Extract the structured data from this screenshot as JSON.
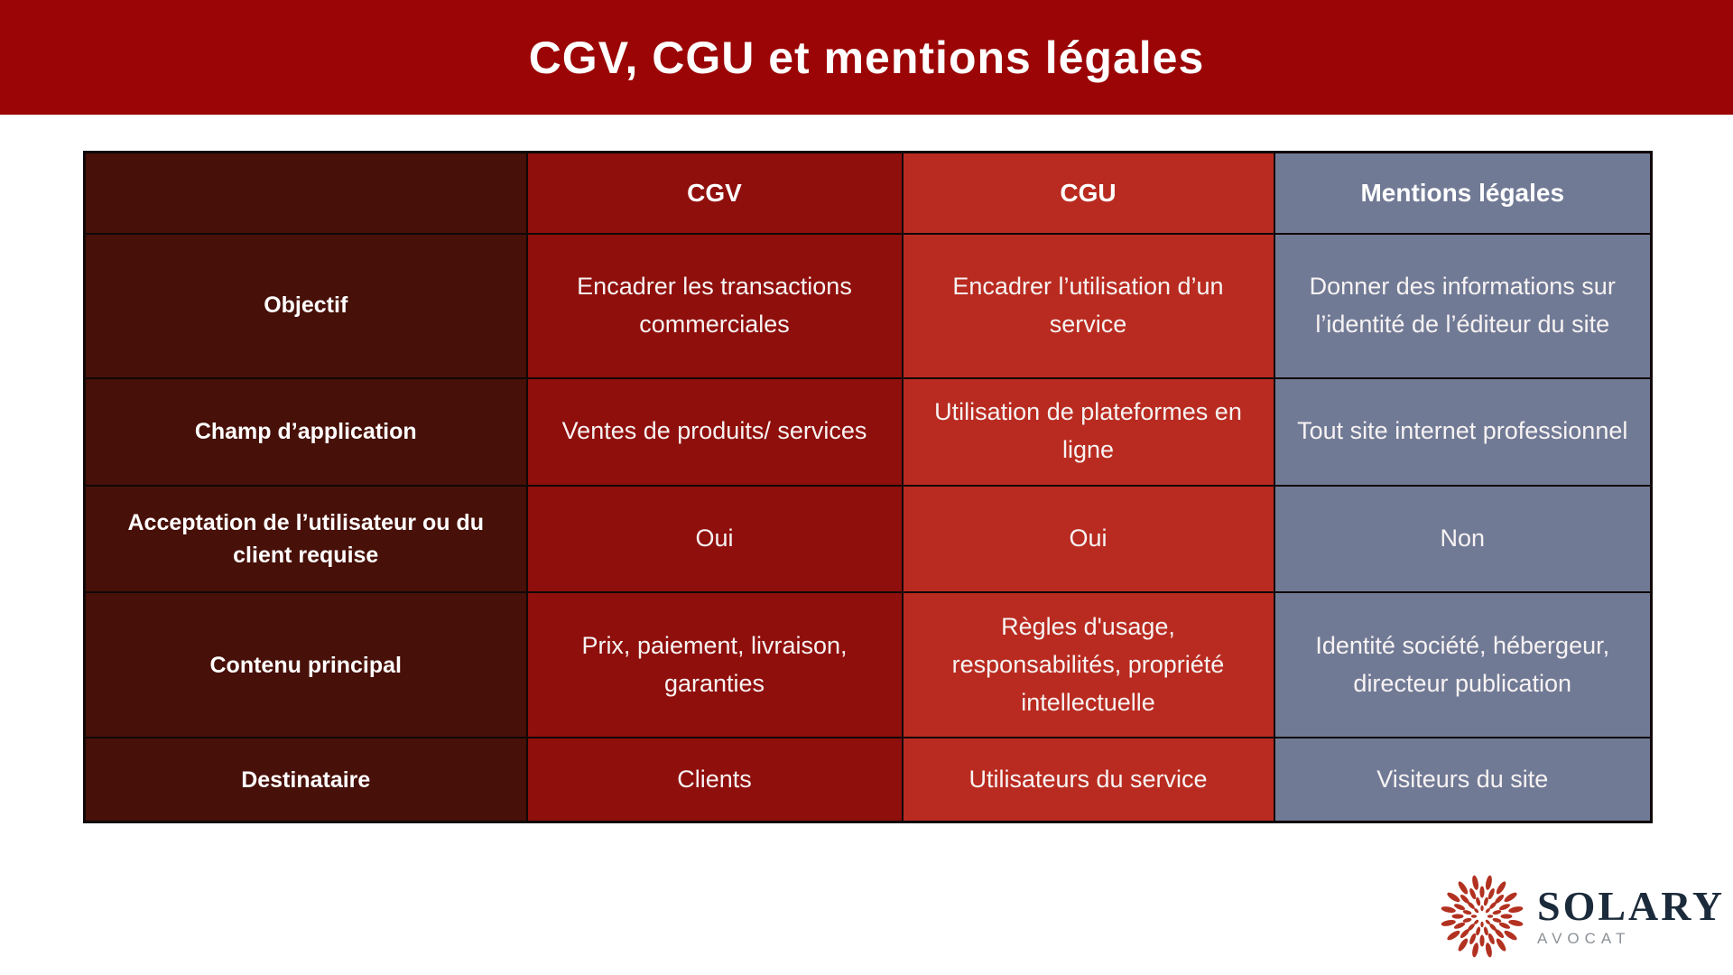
{
  "banner": {
    "title": "CGV, CGU et mentions légales",
    "bg_color": "#9B0505",
    "text_color": "#FFFFFF"
  },
  "table": {
    "border_color": "#100808",
    "columns": [
      {
        "label": "",
        "bg_color": "#471008"
      },
      {
        "label": "CGV",
        "bg_color": "#8F0F0C"
      },
      {
        "label": "CGU",
        "bg_color": "#B92B20"
      },
      {
        "label": "Mentions légales",
        "bg_color": "#717A95"
      }
    ],
    "rows": [
      {
        "cells": [
          "Objectif",
          "Encadrer les transactions commerciales",
          "Encadrer l’utilisation d’un service",
          "Donner des informations sur l’identité de l’éditeur du site"
        ]
      },
      {
        "cells": [
          "Champ d’application",
          "Ventes de produits/ services",
          "Utilisation de plateformes en ligne",
          "Tout site internet professionnel"
        ]
      },
      {
        "cells": [
          "Acceptation de l’utilisateur ou du client requise",
          "Oui",
          "Oui",
          "Non"
        ]
      },
      {
        "cells": [
          "Contenu principal",
          "Prix, paiement, livraison, garanties",
          "Règles d'usage, responsabilités, propriété intellectuelle",
          "Identité société, hébergeur, directeur publication"
        ]
      },
      {
        "cells": [
          "Destinataire",
          "Clients",
          "Utilisateurs du service",
          "Visiteurs du site"
        ]
      }
    ]
  },
  "logo": {
    "name": "SOLARY",
    "subtitle": "AVOCAT",
    "accent_color": "#B23120",
    "name_color": "#1C2B3B",
    "subtitle_color": "#8C9196"
  }
}
